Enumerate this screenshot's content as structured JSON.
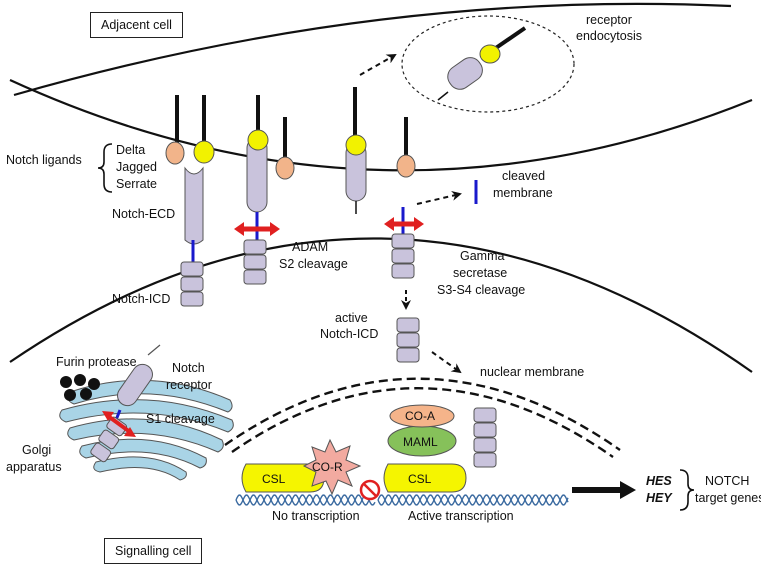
{
  "cells": {
    "adjacent": "Adjacent cell",
    "signalling": "Signalling cell"
  },
  "ligands": {
    "group_label": "Notch ligands",
    "items": [
      "Delta",
      "Jagged",
      "Serrate"
    ]
  },
  "receptor": {
    "ecd": "Notch-ECD",
    "icd": "Notch-ICD"
  },
  "endocytosis": {
    "line1": "receptor",
    "line2": "endocytosis"
  },
  "cleaved_membrane": {
    "line1": "cleaved",
    "line2": "membrane"
  },
  "adam": {
    "line1": "ADAM",
    "line2": "S2 cleavage"
  },
  "gamma": {
    "line1": "Gamma",
    "line2": "secretase",
    "line3": "S3-S4 cleavage"
  },
  "active_icd": {
    "line1": "active",
    "line2": "Notch-ICD"
  },
  "nuclear_membrane": "nuclear membrane",
  "golgi": {
    "furin": "Furin protease",
    "notch_line1": "Notch",
    "notch_line2": "receptor",
    "s1": "S1 cleavage",
    "golgi_line1": "Golgi",
    "golgi_line2": "apparatus"
  },
  "nucleus": {
    "csl": "CSL",
    "cor": "CO-R",
    "coa": "CO-A",
    "maml": "MAML",
    "no_transcription": "No transcription",
    "active_transcription": "Active transcription"
  },
  "targets": {
    "hes": "HES",
    "hey": "HEY",
    "line1": "NOTCH",
    "line2": "target genes"
  },
  "colors": {
    "receptor": "#c9c3dc",
    "ligand_yellow": "#f2f200",
    "ligand_orange": "#f2b48a",
    "cleavage_blue": "#1a1acc",
    "cleavage_red": "#e02020",
    "csl": "#f5f500",
    "maml": "#86c15a",
    "coa": "#f5b48a",
    "cor": "#f2aaa0",
    "golgi": "#a9d4e6",
    "dna": "#3a6aa0"
  }
}
